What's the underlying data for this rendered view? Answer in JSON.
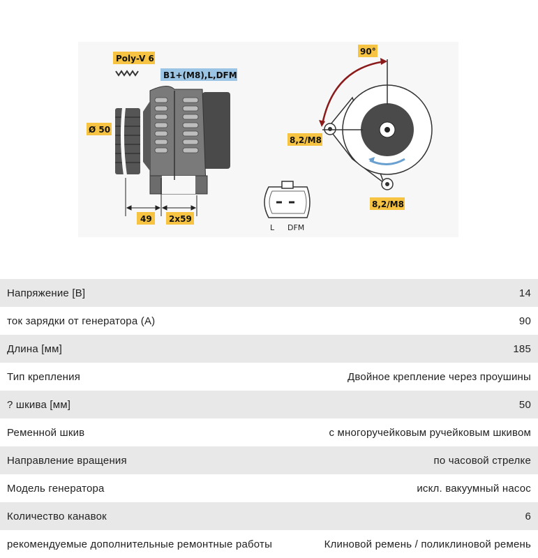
{
  "diagram": {
    "pulley_label": "Poly-V 6",
    "terminal_label": "B1+(M8),L,DFM",
    "diameter_label": "Ø 50",
    "dim_left": "49",
    "dim_right": "2x59",
    "angle_label": "90°",
    "mount_left": "8,2/M8",
    "mount_bottom": "8,2/M8",
    "connector_l": "L",
    "connector_dfm": "DFM"
  },
  "specs": [
    {
      "key": "Напряжение [В]",
      "value": "14"
    },
    {
      "key": "ток зарядки от генератора (А)",
      "value": "90"
    },
    {
      "key": "Длина [мм]",
      "value": "185"
    },
    {
      "key": "Тип крепления",
      "value": "Двойное крепление через проушины"
    },
    {
      "key": "? шкива [мм]",
      "value": "50"
    },
    {
      "key": "Ременной шкив",
      "value": "с многоручейковым ручейковым шкивом"
    },
    {
      "key": "Направление вращения",
      "value": "по часовой стрелке"
    },
    {
      "key": "Модель генератора",
      "value": "искл. вакуумный насос"
    },
    {
      "key": "Количество канавок",
      "value": "6"
    },
    {
      "key": "рекомендуемые дополнительные ремонтные работы",
      "value": "Клиновой ремень / поликлиновой ремень"
    }
  ],
  "colors": {
    "label_bg": "#f6c342",
    "terminal_bg": "#9cc4e4",
    "body": "#7a7a7a",
    "dark": "#4a4a4a",
    "arrow": "#8b1a1a",
    "rotation": "#6aa0d0"
  }
}
